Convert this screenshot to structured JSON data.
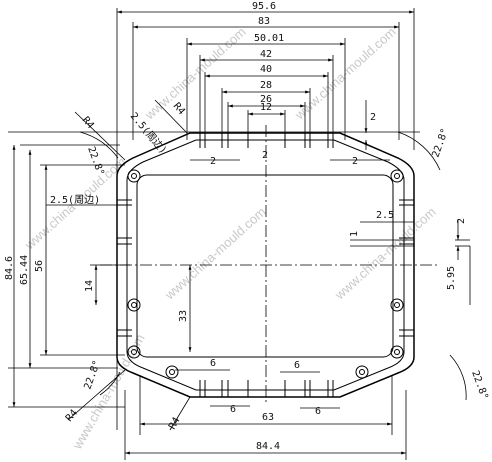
{
  "drawing": {
    "watermark_text": "www.china-mould.com",
    "dims": {
      "d_95_6": "95.6",
      "d_83": "83",
      "d_50_01": "50.01",
      "d_42": "42",
      "d_40": "40",
      "d_28": "28",
      "d_26": "26",
      "d_12": "12",
      "d_2_top": "2",
      "d_2_left": "2",
      "d_2_mid": "2",
      "d_2_right": "2",
      "d_2_5_edge_a": "2.5(周边)",
      "d_2_5_edge_b": "2.5(周边)",
      "d_2_5_right": "2.5",
      "d_2_right_side": "2",
      "d_1_right": "1",
      "d_5_95": "5.95",
      "d_r4_tl": "R4",
      "d_r4_tl2": "R4",
      "d_r4_bl": "R4",
      "d_r4_bl2": "R4",
      "d_22_8_tl": "22.8°",
      "d_22_8_tr": "22.8°",
      "d_22_8_bl": "22.8°",
      "d_22_8_br": "22.8°",
      "d_84_6": "84.6",
      "d_65_44": "65.44",
      "d_56": "56",
      "d_14": "14",
      "d_33": "33",
      "d_6_a": "6",
      "d_6_b": "6",
      "d_6_c": "6",
      "d_6_d": "6",
      "d_63": "63",
      "d_84_4": "84.4"
    }
  }
}
